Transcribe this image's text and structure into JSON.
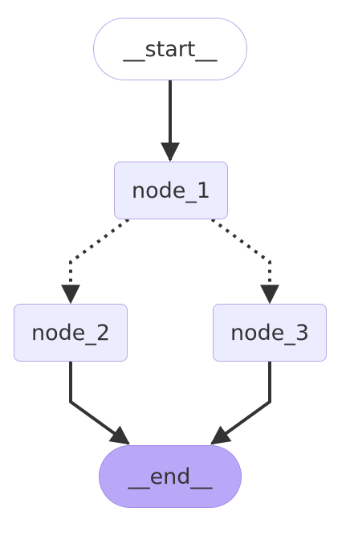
{
  "diagram": {
    "nodes": {
      "start": "__start__",
      "node_1": "node_1",
      "node_2": "node_2",
      "node_3": "node_3",
      "end": "__end__"
    },
    "edges": [
      {
        "from": "__start__",
        "to": "node_1",
        "style": "solid"
      },
      {
        "from": "node_1",
        "to": "node_2",
        "style": "dotted"
      },
      {
        "from": "node_1",
        "to": "node_3",
        "style": "dotted"
      },
      {
        "from": "node_2",
        "to": "__end__",
        "style": "solid"
      },
      {
        "from": "node_3",
        "to": "__end__",
        "style": "solid"
      }
    ],
    "colors": {
      "node_fill": "#ECECFF",
      "node_border": "#B7A8E6",
      "end_fill": "#B9A8F8",
      "edge": "#333333",
      "text": "#333333"
    }
  }
}
